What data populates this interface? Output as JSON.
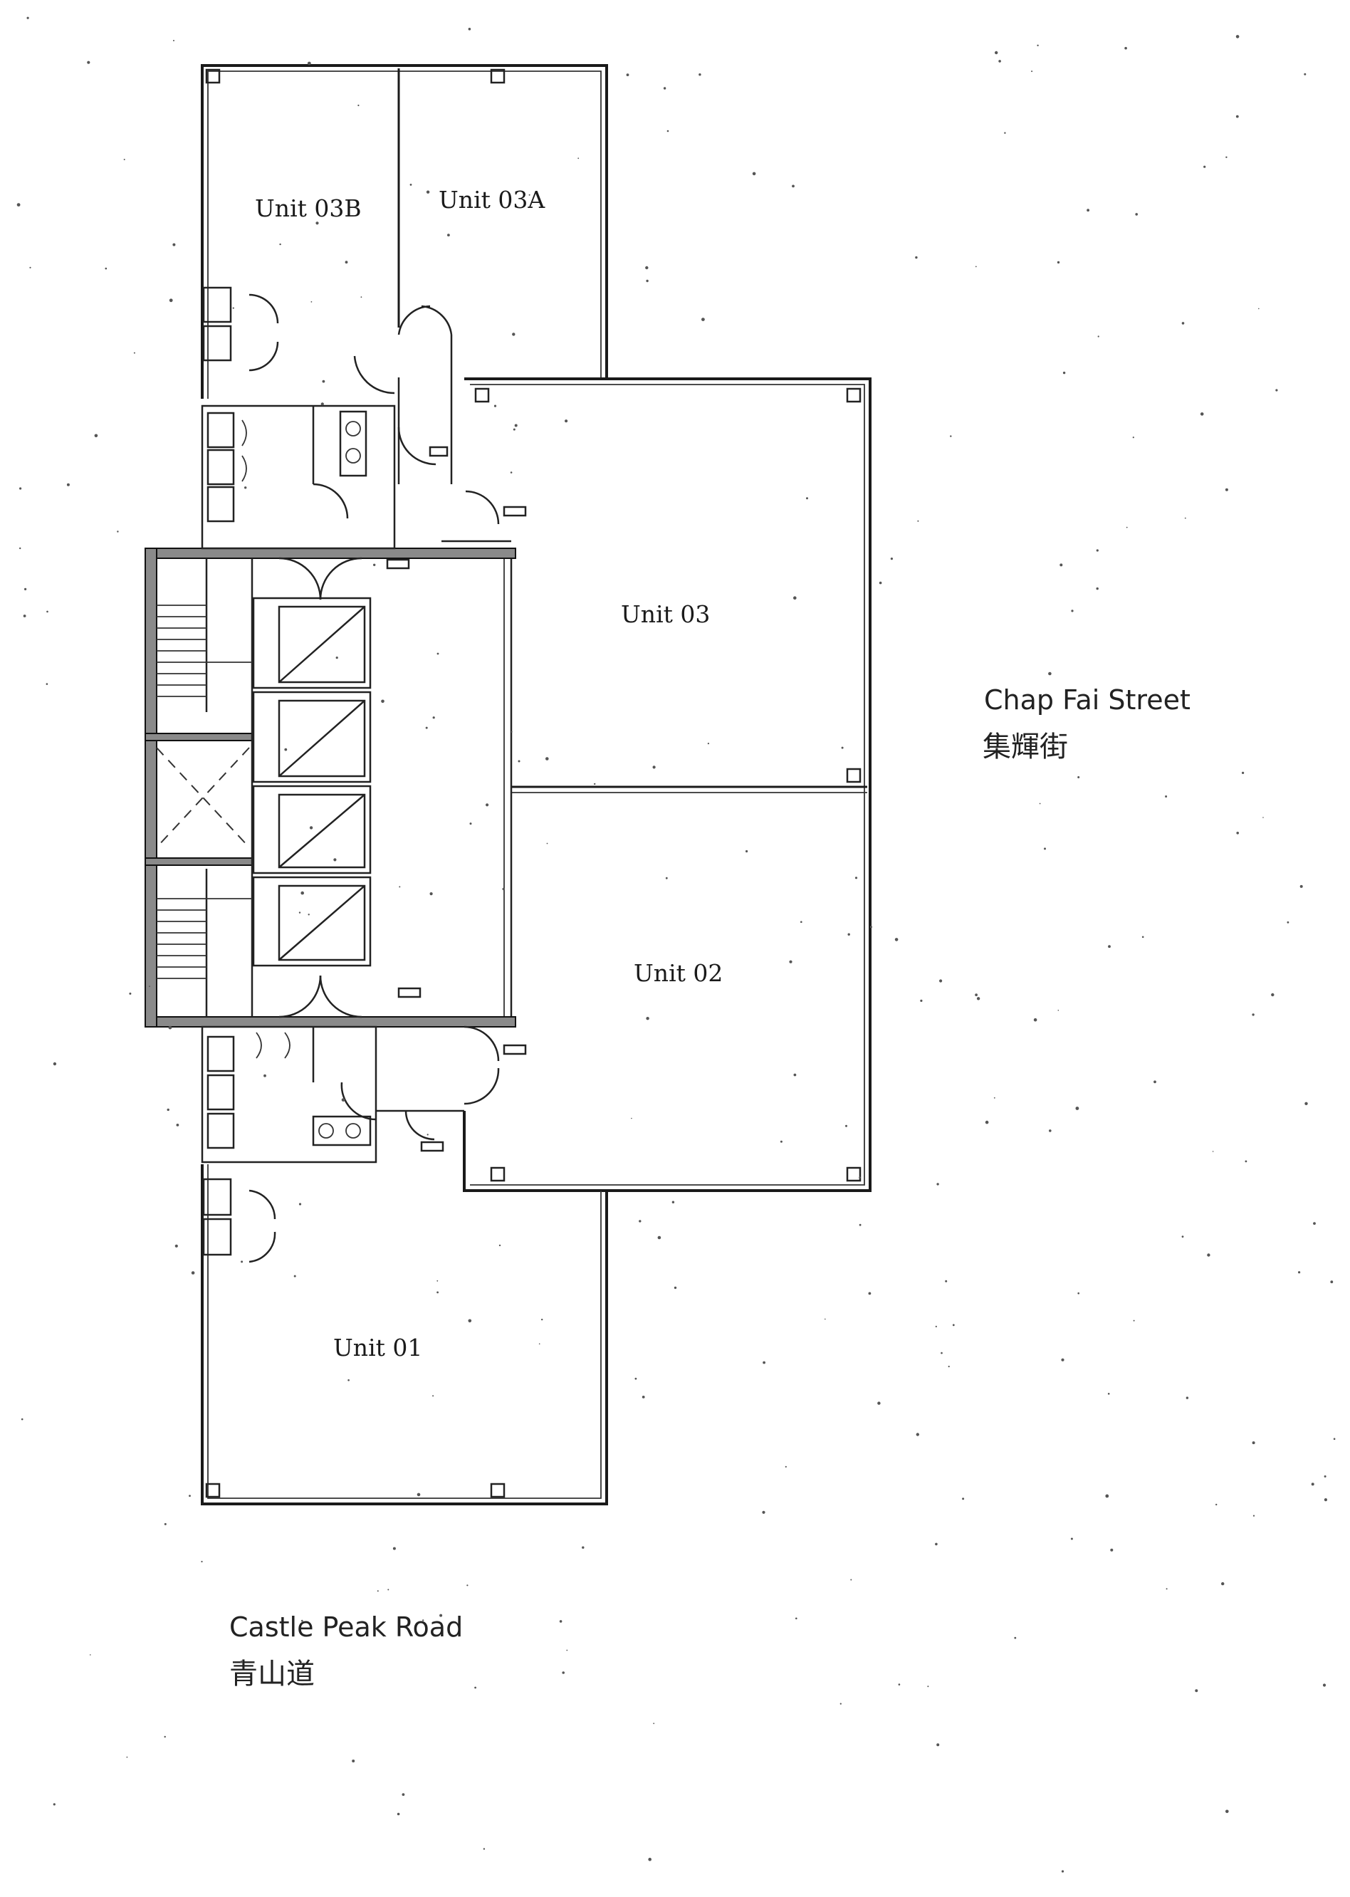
{
  "units": [
    {
      "id": "unit-03b",
      "label": "Unit 03B"
    },
    {
      "id": "unit-03a",
      "label": "Unit 03A"
    },
    {
      "id": "unit-03",
      "label": "Unit 03"
    },
    {
      "id": "unit-02",
      "label": "Unit 02"
    },
    {
      "id": "unit-01",
      "label": "Unit 01"
    }
  ],
  "streets": {
    "east": {
      "name_en": "Chap Fai Street",
      "name_zh": "集輝街"
    },
    "south": {
      "name_en": "Castle Peak Road",
      "name_zh": "青山道"
    }
  }
}
